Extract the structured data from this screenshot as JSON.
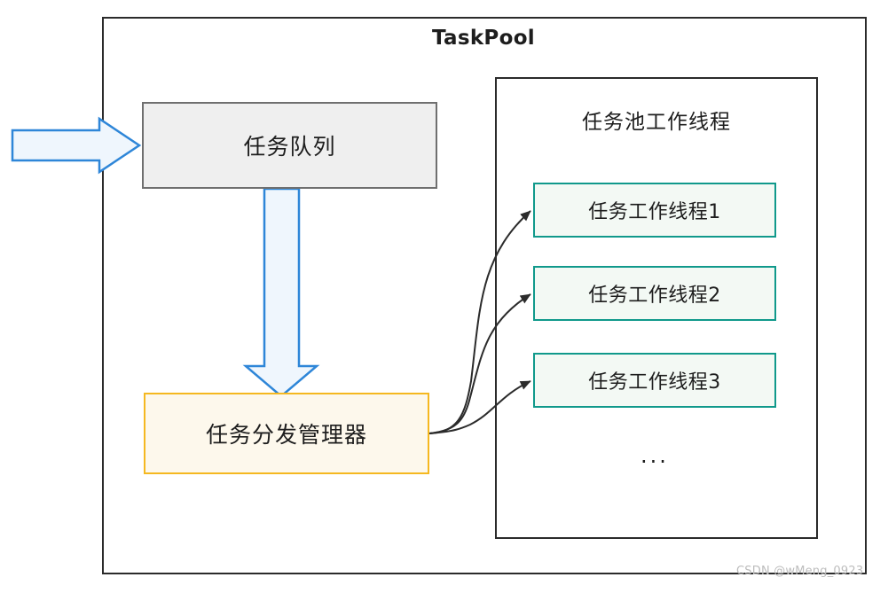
{
  "diagram": {
    "type": "flow-diagram",
    "title": "TaskPool",
    "watermark": "CSDN @wMeng_0923",
    "queue": {
      "label": "任务队列"
    },
    "manager": {
      "label": "任务分发管理器"
    },
    "pool": {
      "title": "任务池工作线程",
      "ellipsis": "...",
      "workers": [
        {
          "label": "任务工作线程1"
        },
        {
          "label": "任务工作线程2"
        },
        {
          "label": "任务工作线程3"
        }
      ]
    },
    "colors": {
      "frame_border": "#2b2b2b",
      "queue_fill": "#efefef",
      "queue_border": "#6f6f6f",
      "manager_fill": "#fdf8ec",
      "manager_border": "#f5b820",
      "worker_fill": "#f3f9f4",
      "worker_border": "#10998b",
      "arrow_blue_border": "#2e86d8",
      "arrow_blue_fill": "#eff6fd",
      "curve_arrow": "#2b2b2b",
      "watermark": "#bdbdbd"
    }
  }
}
